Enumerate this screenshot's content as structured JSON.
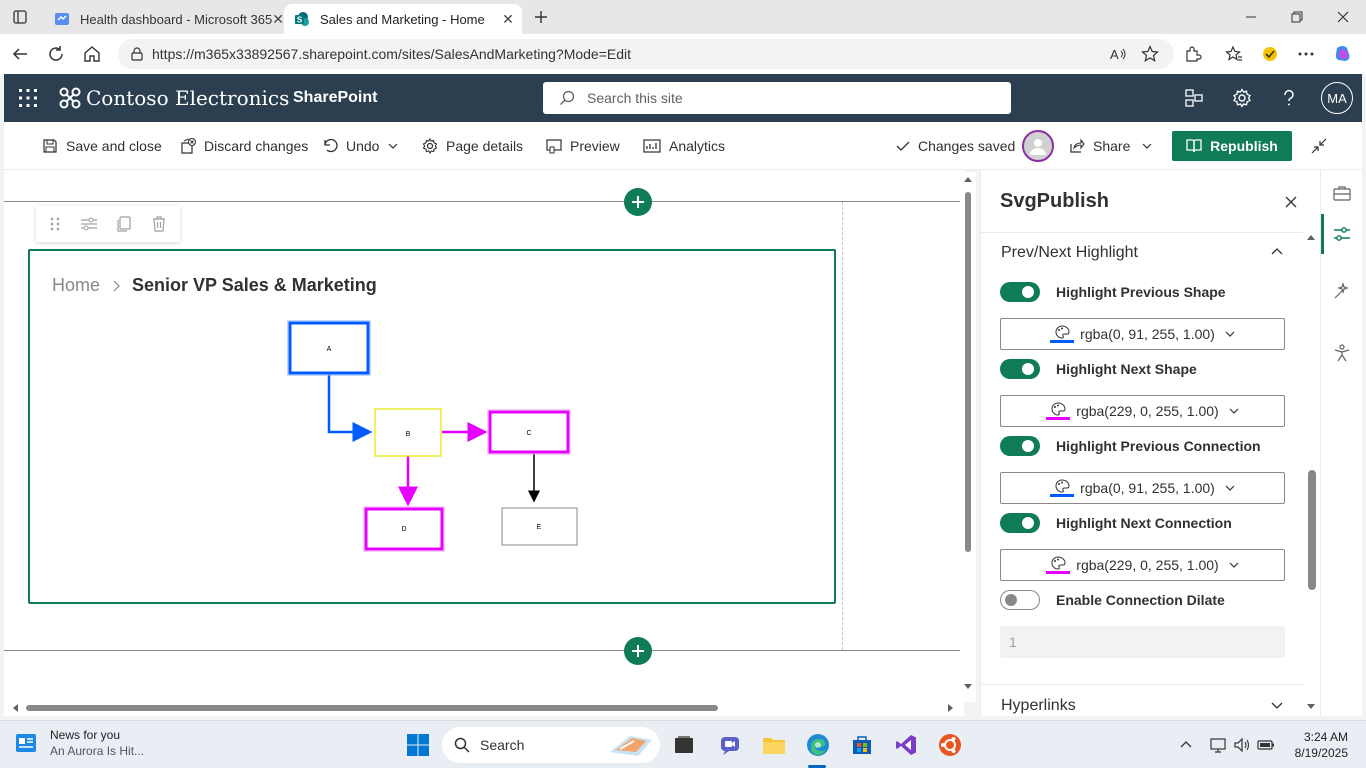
{
  "browser": {
    "tabs": [
      {
        "title": "Health dashboard - Microsoft 365",
        "active": false
      },
      {
        "title": "Sales and Marketing - Home",
        "active": true
      }
    ],
    "url": "https://m365x33892567.sharepoint.com/sites/SalesAndMarketing?Mode=Edit"
  },
  "suitebar": {
    "org_name": "Contoso Electronics",
    "app_name": "SharePoint",
    "search_placeholder": "Search this site",
    "user_initials": "MA"
  },
  "commandbar": {
    "save_close": "Save and close",
    "discard": "Discard changes",
    "undo": "Undo",
    "page_details": "Page details",
    "preview": "Preview",
    "analytics": "Analytics",
    "status": "Changes saved",
    "share": "Share",
    "republish": "Republish"
  },
  "webpart": {
    "breadcrumb_home": "Home",
    "breadcrumb_current": "Senior VP Sales & Marketing",
    "diagram": {
      "nodes": [
        {
          "id": "A",
          "label": "A",
          "style": "previous"
        },
        {
          "id": "B",
          "label": "B",
          "style": "selected"
        },
        {
          "id": "C",
          "label": "C",
          "style": "next"
        },
        {
          "id": "D",
          "label": "D",
          "style": "next"
        },
        {
          "id": "E",
          "label": "E",
          "style": "normal"
        }
      ],
      "edges": [
        {
          "from": "A",
          "to": "B",
          "style": "previous"
        },
        {
          "from": "B",
          "to": "C",
          "style": "next"
        },
        {
          "from": "B",
          "to": "D",
          "style": "next"
        },
        {
          "from": "C",
          "to": "E",
          "style": "normal"
        }
      ]
    }
  },
  "pane": {
    "title": "SvgPublish",
    "group_title": "Prev/Next Highlight",
    "settings": [
      {
        "label": "Highlight Previous Shape",
        "on": true,
        "color": "rgba(0, 91, 255, 1.00)",
        "swatch": "#005bff"
      },
      {
        "label": "Highlight Next Shape",
        "on": true,
        "color": "rgba(229, 0, 255, 1.00)",
        "swatch": "#e500ff"
      },
      {
        "label": "Highlight Previous Connection",
        "on": true,
        "color": "rgba(0, 91, 255, 1.00)",
        "swatch": "#005bff"
      },
      {
        "label": "Highlight Next Connection",
        "on": true,
        "color": "rgba(229, 0, 255, 1.00)",
        "swatch": "#e500ff"
      }
    ],
    "dilate": {
      "label": "Enable Connection Dilate",
      "on": false,
      "value_placeholder": "1"
    },
    "next_group": "Hyperlinks"
  },
  "taskbar": {
    "news_title": "News for you",
    "news_subtitle": "An Aurora Is Hit...",
    "search_label": "Search",
    "time": "3:24 AM",
    "date": "8/19/2025"
  },
  "colors": {
    "accent": "#0f7b57",
    "suitebar": "#2b3f50",
    "previous": "#005bff",
    "next": "#e500ff",
    "selected_border": "#e6e600"
  }
}
